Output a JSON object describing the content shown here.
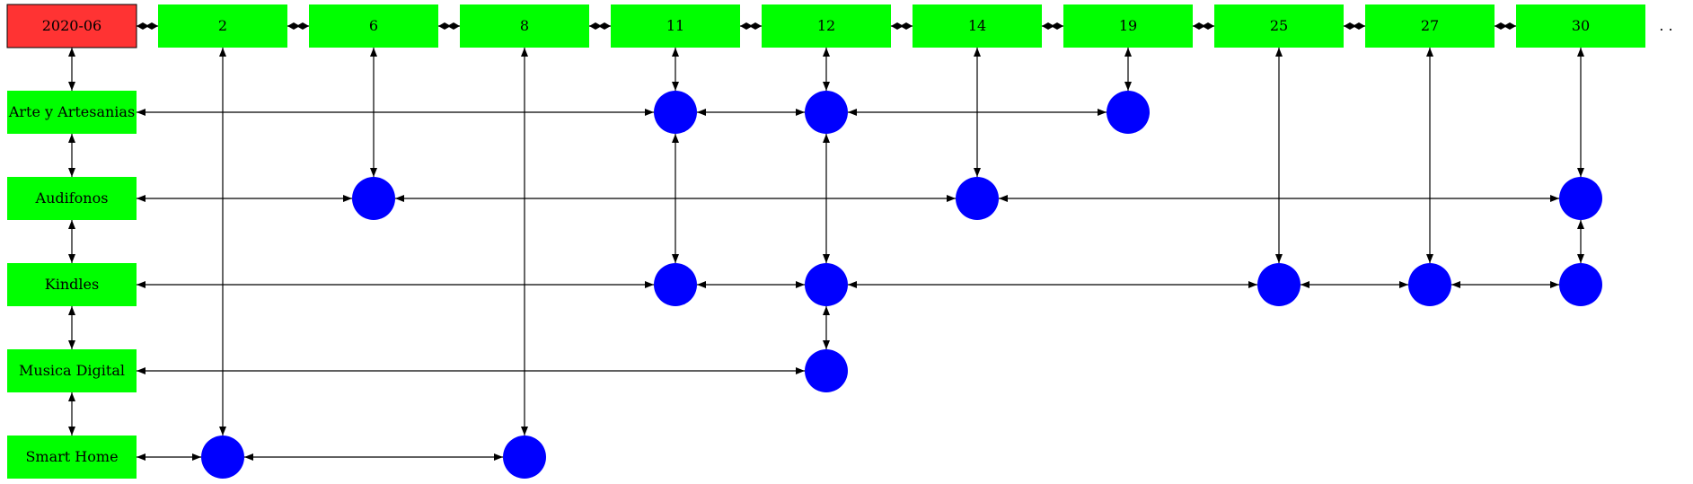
{
  "colors": {
    "root_fill": "#ff3333",
    "node_fill": "#00ff00",
    "point_fill": "#0000ff",
    "edge": "#000000"
  },
  "root": {
    "label": "2020-06"
  },
  "columns": [
    {
      "id": "c2",
      "label": "2"
    },
    {
      "id": "c6",
      "label": "6"
    },
    {
      "id": "c8",
      "label": "8"
    },
    {
      "id": "c11",
      "label": "11"
    },
    {
      "id": "c12",
      "label": "12"
    },
    {
      "id": "c14",
      "label": "14"
    },
    {
      "id": "c19",
      "label": "19"
    },
    {
      "id": "c25",
      "label": "25"
    },
    {
      "id": "c27",
      "label": "27"
    },
    {
      "id": "c30",
      "label": "30"
    }
  ],
  "trailing_mark": ". .",
  "rows": [
    {
      "id": "arte",
      "label": "Arte y Artesanias"
    },
    {
      "id": "audifonos",
      "label": "Audifonos"
    },
    {
      "id": "kindles",
      "label": "Kindles"
    },
    {
      "id": "musica",
      "label": "Musica Digital"
    },
    {
      "id": "smarthome",
      "label": "Smart Home"
    }
  ],
  "points": [
    {
      "row": "arte",
      "col": "c11"
    },
    {
      "row": "arte",
      "col": "c12"
    },
    {
      "row": "arte",
      "col": "c19"
    },
    {
      "row": "audifonos",
      "col": "c6"
    },
    {
      "row": "audifonos",
      "col": "c14"
    },
    {
      "row": "audifonos",
      "col": "c30"
    },
    {
      "row": "kindles",
      "col": "c11"
    },
    {
      "row": "kindles",
      "col": "c12"
    },
    {
      "row": "kindles",
      "col": "c25"
    },
    {
      "row": "kindles",
      "col": "c27"
    },
    {
      "row": "kindles",
      "col": "c30"
    },
    {
      "row": "musica",
      "col": "c12"
    },
    {
      "row": "smarthome",
      "col": "c2"
    },
    {
      "row": "smarthome",
      "col": "c8"
    }
  ]
}
